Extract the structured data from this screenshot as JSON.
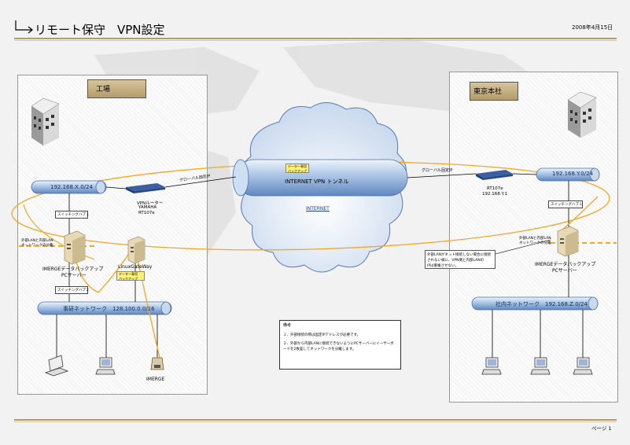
{
  "header": {
    "title": "リモート保守　VPN設定",
    "date": "2008年4月15日"
  },
  "factory": {
    "title": "工場",
    "lan": "192.168.X.0/24",
    "vpn_router": [
      "VPNルーター",
      "YAMAHA",
      "RT107e"
    ],
    "global_ip_label": "グローバル固定IP",
    "switch1": "スイッチングハブ１",
    "switch2": "スイッチングハブ２",
    "server_label": [
      "IMERGEデータバックアップ",
      "PCサーバー"
    ],
    "linux_label": "LinuxGateWay",
    "data_backup_tag": [
      "データー専用",
      "バックアップ"
    ],
    "net_separation_note": [
      "外部LANと内部LAN",
      "ネットワークの分離"
    ],
    "internal_network": "事研ネットワーク　128.100.0.0/16",
    "imerge_label": "IMERGE"
  },
  "internet": {
    "tunnel_label": "INTERNET VPN トンネル",
    "cloud_label": "INTERNET",
    "backup_tag": [
      "データー専用",
      "バックアップ"
    ]
  },
  "tokyo": {
    "title": "東京本社",
    "lan": "192.168.Y.0/24",
    "router": [
      "RT107e",
      "192.168.Y.1"
    ],
    "global_ip_label": "グローバル固定IP",
    "switch": "スイッチングハブ１",
    "server_label": [
      "IMERGEデータバックアップ",
      "PCサーバー"
    ],
    "net_separation_note": [
      "外部LANと内部LAN",
      "ネットワークの分離"
    ],
    "internal_network": "社内ネットワーク　192.168.Z.0/24",
    "callout": [
      "外部LANがネット接続しない場合に接続",
      "されない様に、VPN側と内部LANの",
      "IPは重複させない。"
    ]
  },
  "notes": {
    "heading": "備考",
    "items": [
      "１．外部接続の際は固定IPアドレスが必要です。",
      "２．外部から内部LANに接続できないようにPCサーバーにイーサーボードを2枚差してネットワークを分離します。"
    ]
  },
  "footer": {
    "page": "ページ 1"
  }
}
